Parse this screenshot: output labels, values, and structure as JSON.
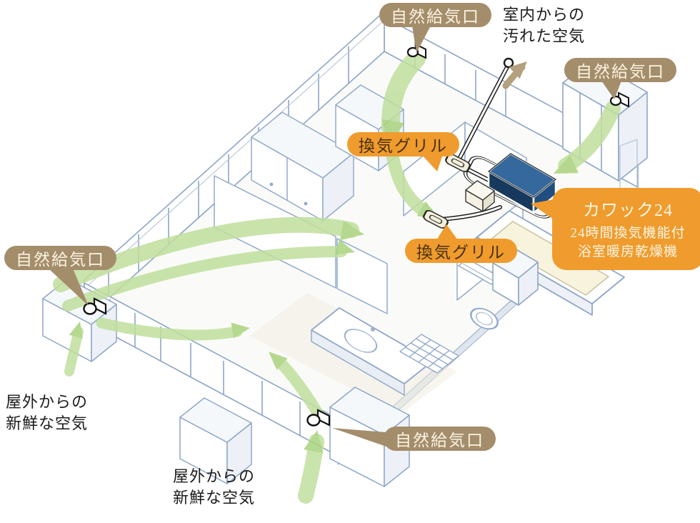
{
  "badges": {
    "intake_top": "自然給気口",
    "intake_right": "自然給気口",
    "intake_left": "自然給気口",
    "intake_bottom": "自然給気口",
    "grille_upper": "換気グリル",
    "grille_lower": "換気グリル"
  },
  "texts": {
    "dirty_air": [
      "室内からの",
      "汚れた空気"
    ],
    "fresh_air_left": [
      "屋外からの",
      "新鮮な空気"
    ],
    "fresh_air_bottom": [
      "屋外からの",
      "新鮮な空気"
    ]
  },
  "callout": {
    "title": "カワック24",
    "subtitle_1": "24時間換気機能付",
    "subtitle_2": "浴室暖房乾燥機"
  },
  "icons": {
    "air_intake_vent": "wall-sleeve-cylinder-with-flange",
    "exhaust_outlet": "round-duct-outlet",
    "airflow_arrow": "curved-green-arrow",
    "exhaust_air_arrow": "curved-tan-arrow",
    "ventilation_grille": "ceiling-grille",
    "bathroom_dryer_unit": "blue-ceiling-unit-with-ducts"
  },
  "colors": {
    "badge_brown": "#a48d6b",
    "badge_orange": "#ef9b2d",
    "badge_text_cream": "#faf3e1",
    "grille_text_brown": "#4a3110",
    "airflow_green": "#b5d98c",
    "exhaust_tan": "#b3a07c",
    "wall_outline_blue": "#8ea6c8",
    "unit_blue": "#35689c",
    "body_text": "#1b1b1b"
  }
}
